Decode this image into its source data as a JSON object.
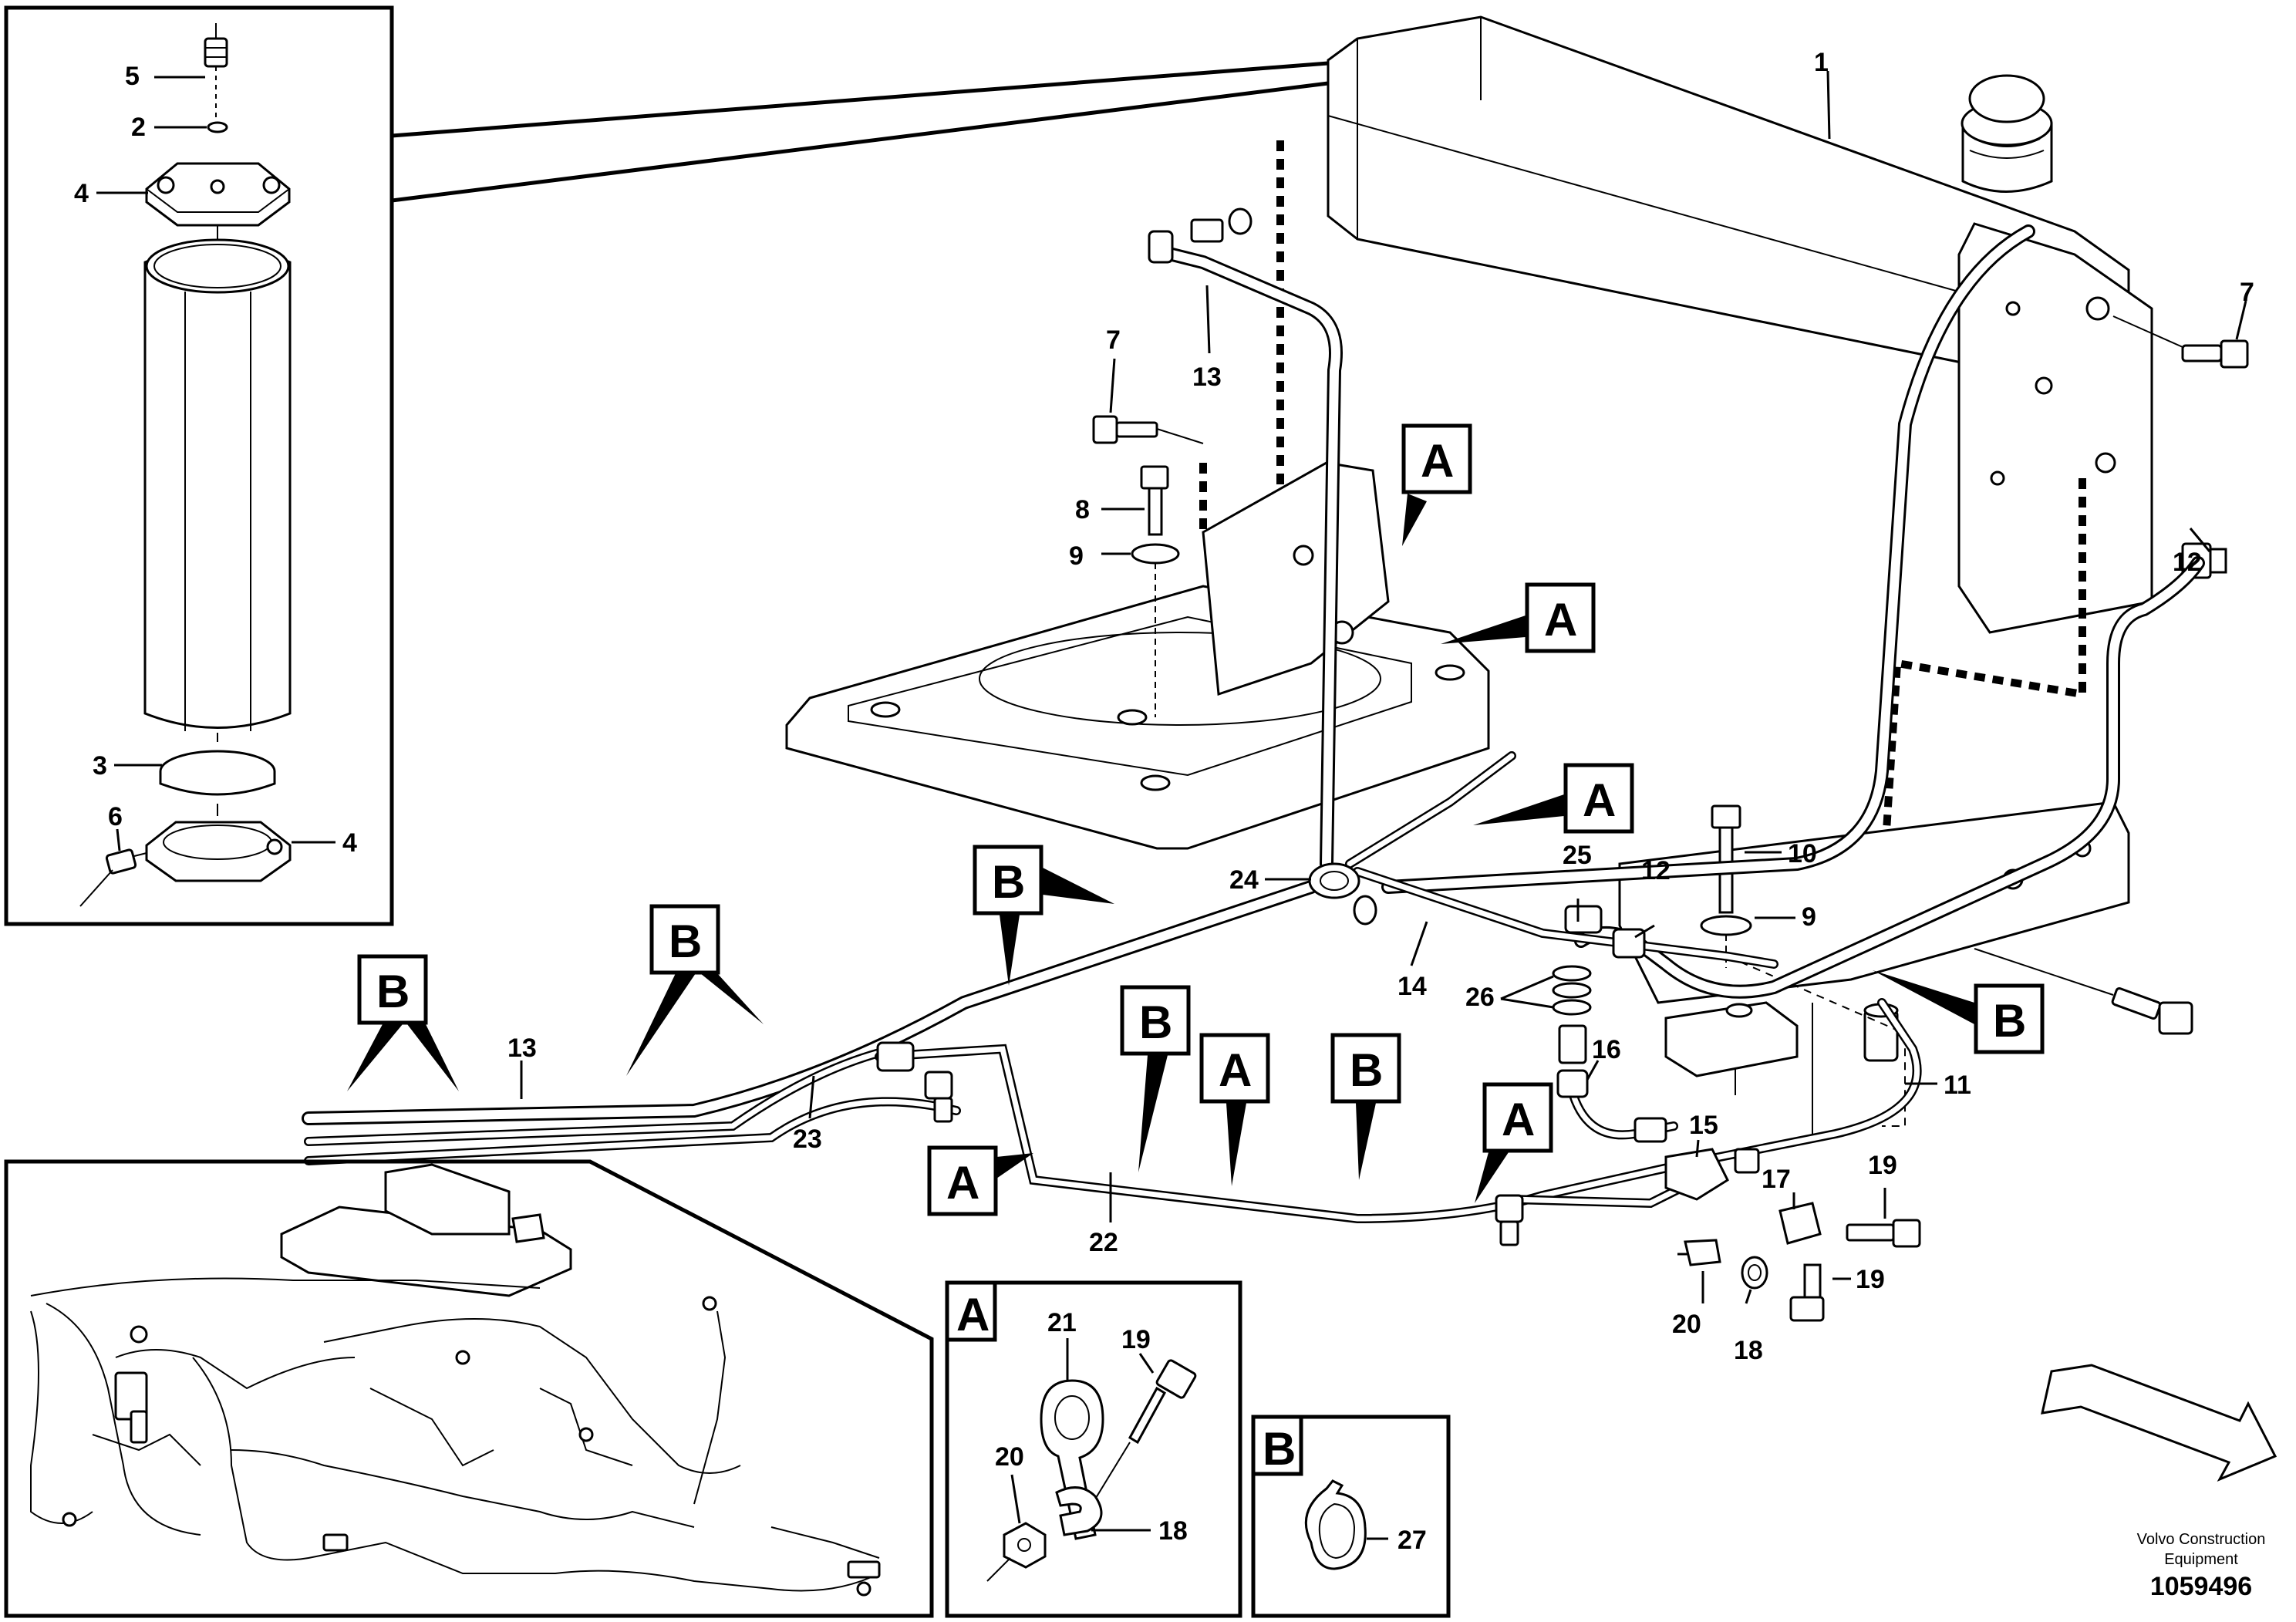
{
  "callouts": [
    "1",
    "2",
    "3",
    "4",
    "5",
    "6",
    "7",
    "8",
    "9",
    "10",
    "11",
    "12",
    "13",
    "14",
    "15",
    "16",
    "17",
    "18",
    "19",
    "20",
    "21",
    "22",
    "23",
    "24",
    "25",
    "26",
    "27"
  ],
  "labels": {
    "a": "A",
    "b": "B"
  },
  "footer": {
    "company_line1": "Volvo Construction",
    "company_line2": "Equipment",
    "drawing_number": "1059496"
  },
  "icons": [
    "direction-arrow-icon"
  ]
}
